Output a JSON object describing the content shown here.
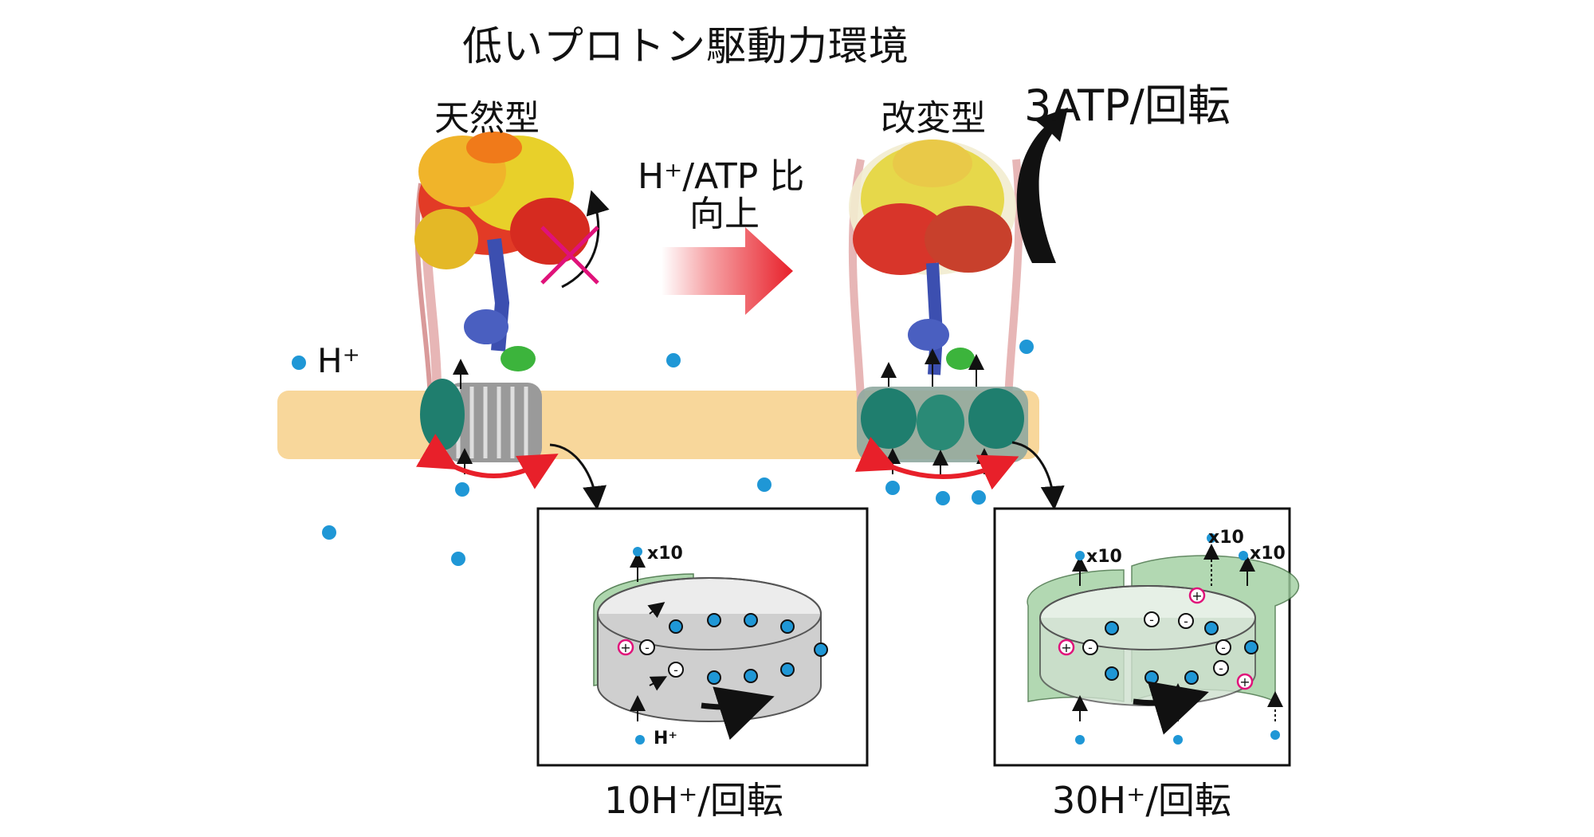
{
  "title": "低いプロトン駆動力環境",
  "wild_type_label": "天然型",
  "mutant_label": "改変型",
  "atp_rate_label": "3ATP/回転",
  "ratio_label_line1": "H⁺/ATP 比",
  "ratio_label_line2": "向上",
  "proton_label": "H⁺",
  "rotation_label_left": "10H⁺/回転",
  "rotation_label_right": "30H⁺/回転",
  "inset_left": {
    "multiplier": "x10",
    "proton": "H⁺"
  },
  "inset_right": {
    "multipliers": [
      "x10",
      "x10",
      "x10"
    ]
  },
  "colors": {
    "membrane": "#f8d79b",
    "proton": "#1f97d6",
    "arrow_red": "#e8202a",
    "cross": "#e0127a",
    "ring_green": "#9fcf9f",
    "ring_gray": "#cfcfcf"
  }
}
